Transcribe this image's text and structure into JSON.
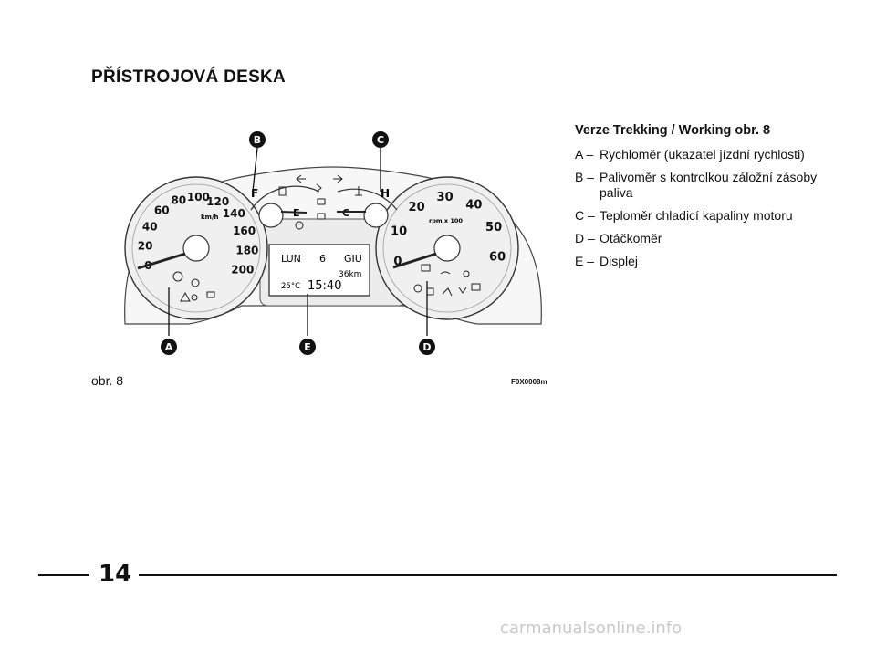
{
  "page": {
    "title": "PŘÍSTROJOVÁ DESKA",
    "figure_caption": "obr. 8",
    "figure_code": "F0X0008m",
    "page_number": "14",
    "watermark": "carmanualsonline.info"
  },
  "legend": {
    "heading": "Verze Trekking / Working obr. 8",
    "items": [
      {
        "key": "A –",
        "text": "Rychloměr (ukazatel jízdní rychlosti)"
      },
      {
        "key": "B –",
        "text": "Palivoměr s kontrolkou záložní zásoby paliva"
      },
      {
        "key": "C –",
        "text": "Teploměr chladicí kapaliny motoru"
      },
      {
        "key": "D –",
        "text": "Otáčkoměr"
      },
      {
        "key": "E –",
        "text": "Displej"
      }
    ]
  },
  "diagram": {
    "callouts": [
      "A",
      "B",
      "C",
      "D",
      "E"
    ],
    "speedometer": {
      "unit": "km/h",
      "labels": [
        "0",
        "20",
        "40",
        "60",
        "80",
        "100",
        "120",
        "140",
        "160",
        "180",
        "200"
      ]
    },
    "tachometer": {
      "unit": "rpm x 100",
      "labels": [
        "0",
        "10",
        "20",
        "30",
        "40",
        "50",
        "60"
      ]
    },
    "fuel_gauge": {
      "full": "F",
      "empty": "E"
    },
    "temp_gauge": {
      "cold": "C",
      "hot": "H"
    },
    "display": {
      "day": "LUN",
      "date_num": "6",
      "month": "GIU",
      "odometer": "36km",
      "temperature": "25°C",
      "time": "15:40"
    },
    "indicator_colors": {
      "callout_fill": "#111111",
      "ink": "#222222"
    }
  }
}
